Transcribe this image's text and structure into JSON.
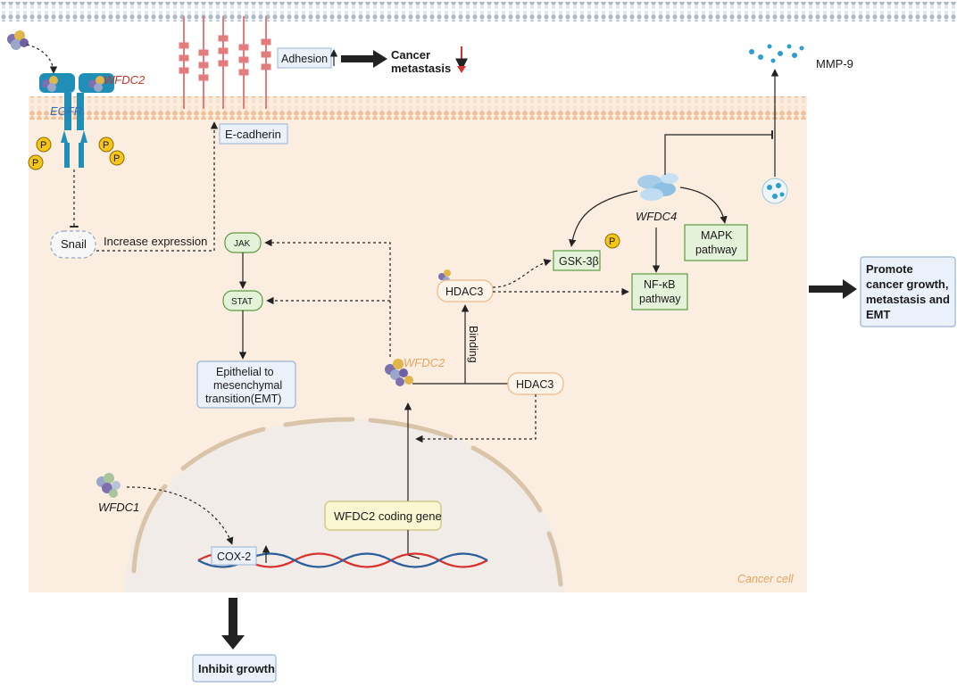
{
  "labels": {
    "wfdc2_receptor": "WFDC2",
    "egfr": "EGFR",
    "phospho": "P",
    "snail": "Snail",
    "increase_expression": "Increase expression",
    "e_cadherin": "E-cadherin",
    "adhesion": "Adhesion",
    "cancer_metastasis_line1": "Cancer",
    "cancer_metastasis_line2": "metastasis",
    "mmp9": "MMP-9",
    "jak": "JAK",
    "stat": "STAT",
    "emt_line1": "Epithelial to",
    "emt_line2": "mesenchymal",
    "emt_line3": "transition(EMT)",
    "wfdc4": "WFDC4",
    "gsk3b": "GSK-3β",
    "mapk_line1": "MAPK",
    "mapk_line2": "pathway",
    "nfkb_line1": "NF-κB",
    "nfkb_line2": "pathway",
    "hdac3_top": "HDAC3",
    "hdac3_right": "HDAC3",
    "binding": "Binding",
    "wfdc2_middle": "WFDC2",
    "wfdc2_coding_gene": "WFDC2 coding gene",
    "wfdc1": "WFDC1",
    "cox2": "COX-2",
    "cancer_cell": "Cancer cell",
    "inhibit_growth": "Inhibit growth",
    "promote_line1": "Promote",
    "promote_line2": "cancer growth,",
    "promote_line3": "metastasis and",
    "promote_line4": "EMT"
  },
  "colors": {
    "cell_fill": "#fbeee0",
    "membrane": "#f3c9a5",
    "top_membrane": "#b6c4d4",
    "nucleus": "#f1ece7",
    "nucleus_border": "#d9c4a9",
    "green_box": "#e4f2d9",
    "green_border": "#5b9a43",
    "blue_box": "#eaf1fb",
    "blue_border": "#9ab3d3",
    "orange_outline": "#f2b889",
    "receptor": "#1f8fb8",
    "wfdc2_red": "#c0392b",
    "egfr_blue": "#3470b6",
    "wfdc2_orange": "#e8a35f",
    "phospho_fill": "#f5c518",
    "red_arrow": "#d9322e",
    "gene_box": "#fbf6d2"
  }
}
